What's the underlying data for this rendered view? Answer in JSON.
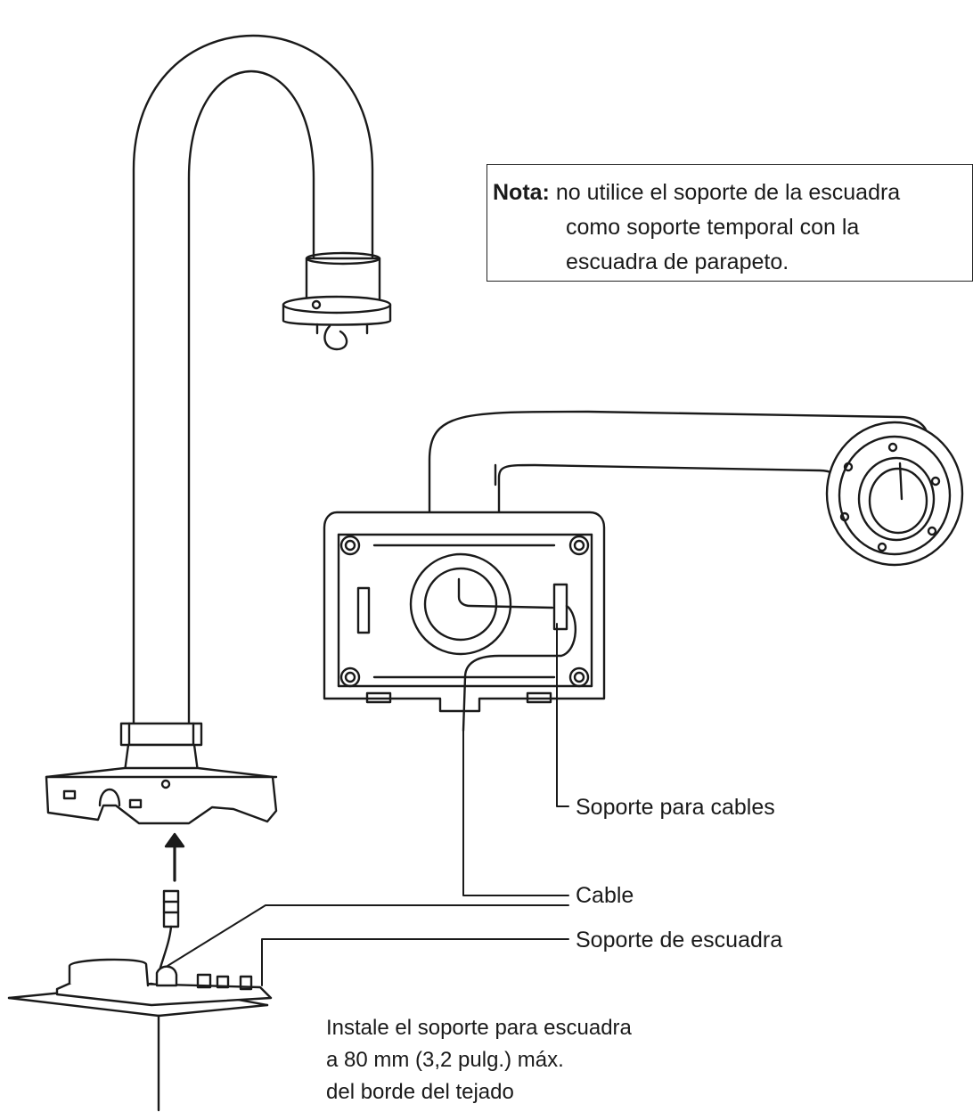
{
  "note": {
    "label": "Nota:",
    "lines": [
      "no utilice el soporte de la escuadra",
      "como soporte temporal con la",
      "escuadra de parapeto."
    ]
  },
  "callouts": {
    "cable_support": "Soporte para cables",
    "cable": "Cable",
    "bracket_support": "Soporte de escuadra"
  },
  "instruction": {
    "lines": [
      "Instale el soporte para escuadra",
      "a 80 mm (3,2 pulg.) máx.",
      "del borde del tejado"
    ]
  }
}
